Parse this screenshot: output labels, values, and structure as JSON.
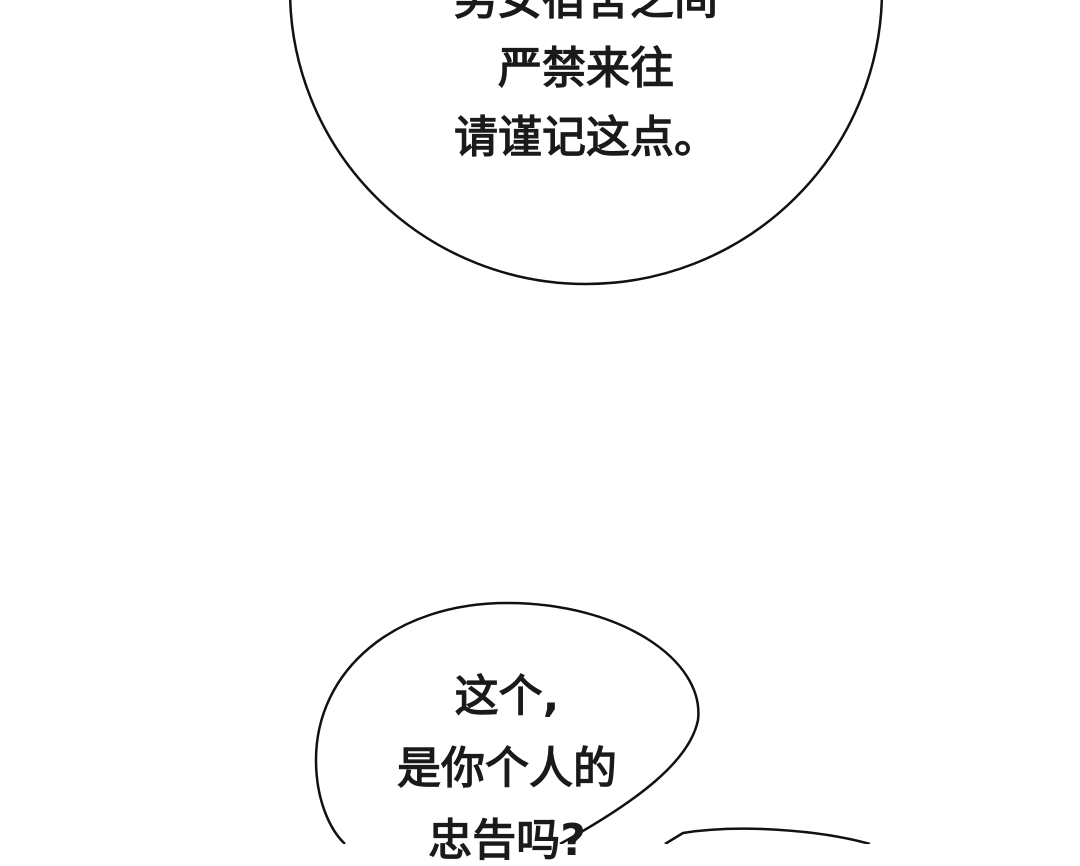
{
  "bubbles": [
    {
      "lines": [
        "男女宿舍之间",
        "严禁来往",
        "请谨记这点。"
      ]
    },
    {
      "lines": [
        "这个,",
        "是你个人的",
        "忠告吗?"
      ]
    }
  ],
  "colors": {
    "background": "#ffffff",
    "outline": "#111111",
    "text": "#1a1a1a"
  }
}
